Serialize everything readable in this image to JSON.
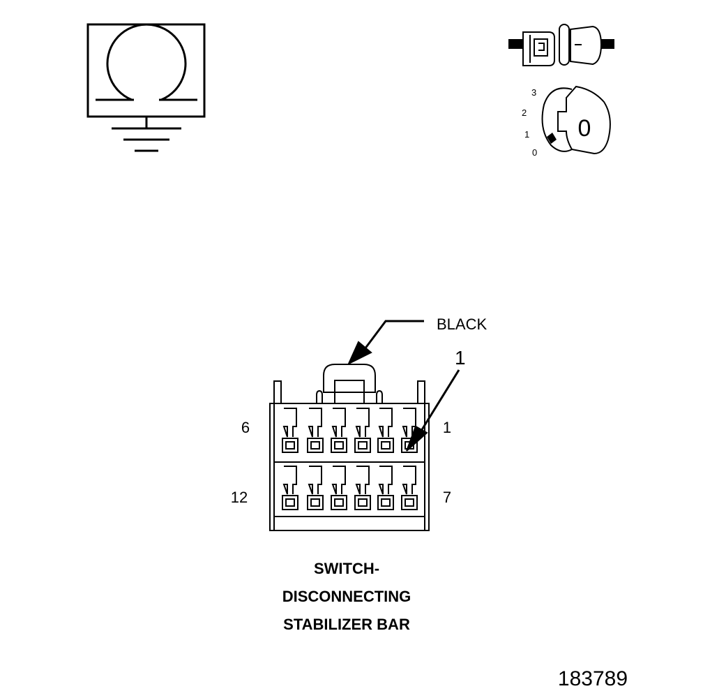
{
  "symbols": {
    "ohmmeter": {
      "glyph": "Ω",
      "icon": "ohmmeter-ground-icon"
    },
    "connector_disconnected": {
      "icon": "disconnected-connector-icon"
    },
    "ignition": {
      "positions": [
        "3",
        "2",
        "1",
        "0"
      ],
      "key_label": "0",
      "icon": "ignition-key-icon"
    }
  },
  "connector": {
    "housing_color_label": "BLACK",
    "callout": "1",
    "pin_labels": {
      "top_left": "6",
      "top_right": "1",
      "bottom_left": "12",
      "bottom_right": "7"
    },
    "title_lines": [
      "SWITCH-",
      "DISCONNECTING",
      "STABILIZER BAR"
    ]
  },
  "figure_id": "183789",
  "colors": {
    "ink": "#000000",
    "paper": "#ffffff"
  }
}
